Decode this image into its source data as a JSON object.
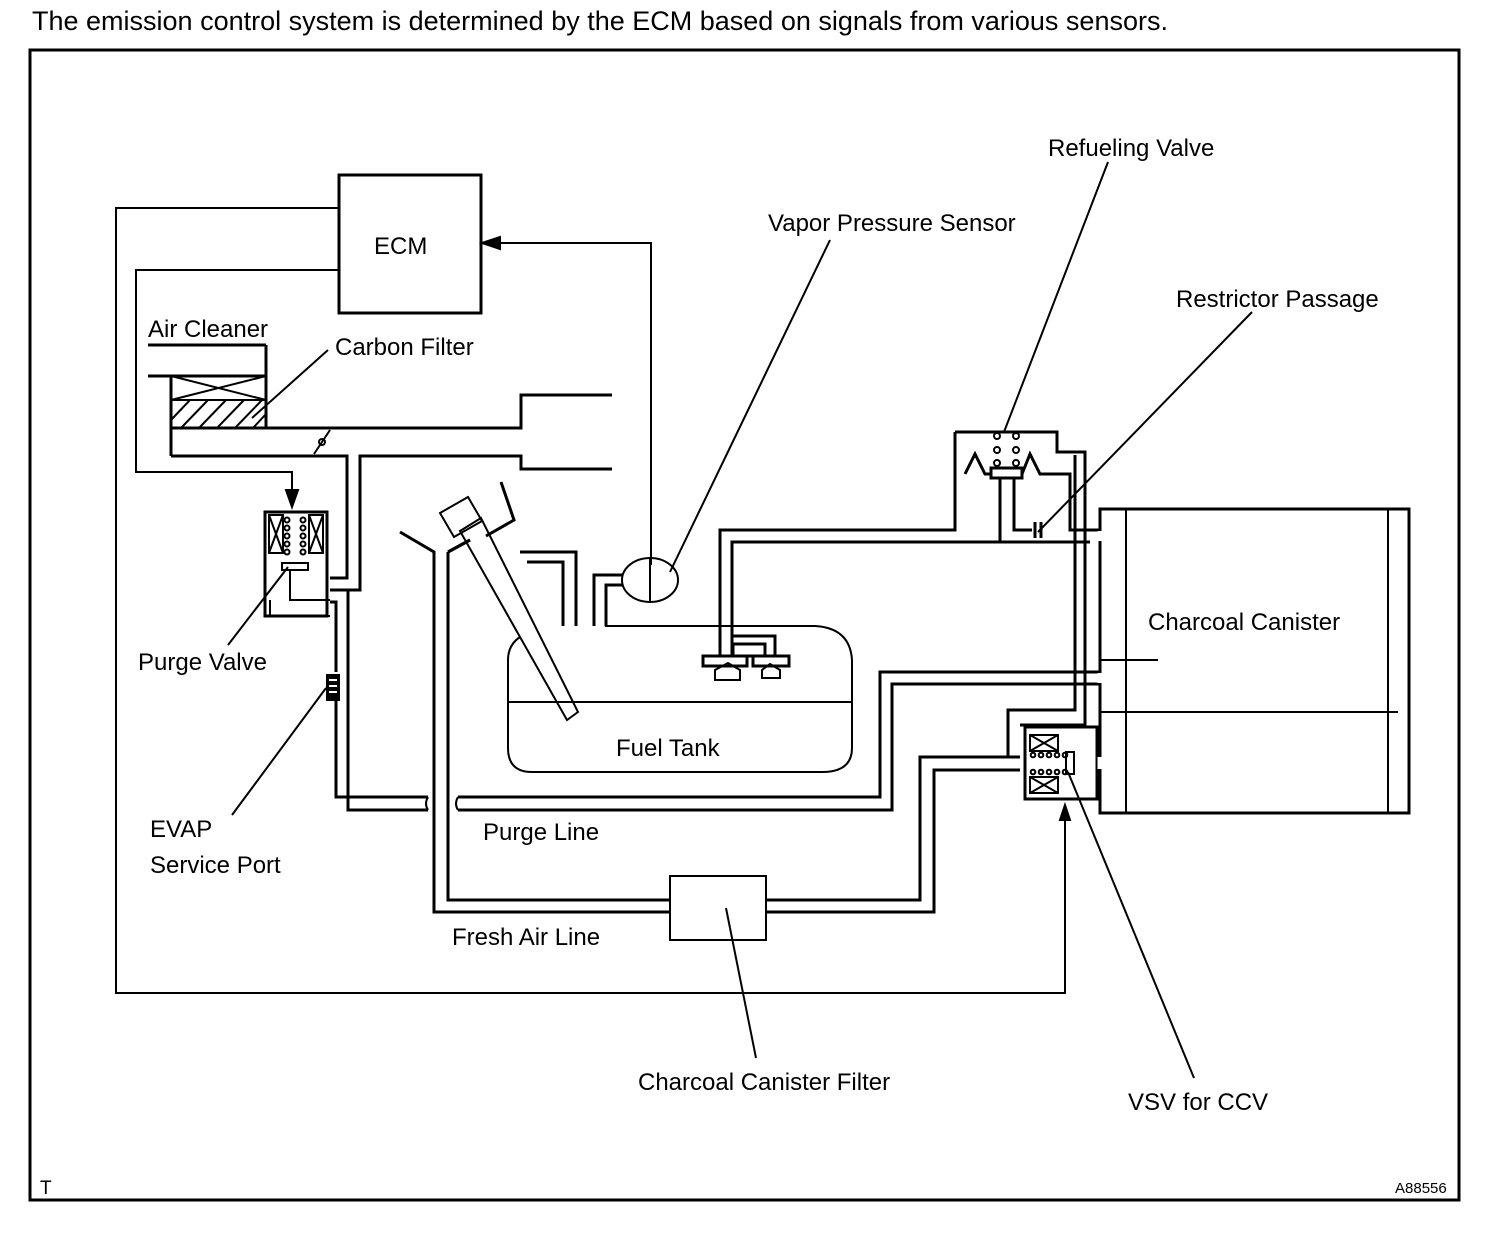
{
  "caption": "The emission control system is determined by the ECM based on signals from various sensors.",
  "colors": {
    "ink": "#000000",
    "background": "#ffffff"
  },
  "components": {
    "ecm": "ECM",
    "air_cleaner": "Air Cleaner",
    "carbon_filter": "Carbon Filter",
    "purge_valve": "Purge Valve",
    "evap_port_line1": "EVAP",
    "evap_port_line2": "Service Port",
    "fuel_tank": "Fuel Tank",
    "purge_line": "Purge Line",
    "fresh_air_line": "Fresh Air Line",
    "charcoal_canister_filter": "Charcoal Canister Filter",
    "charcoal_canister": "Charcoal Canister",
    "vapor_pressure_sensor": "Vapor Pressure Sensor",
    "refueling_valve": "Refueling Valve",
    "restrictor_passage": "Restrictor Passage",
    "vsv_for_ccv": "VSV for CCV"
  },
  "footer": {
    "left_code": "T",
    "figure_id": "A88556"
  }
}
